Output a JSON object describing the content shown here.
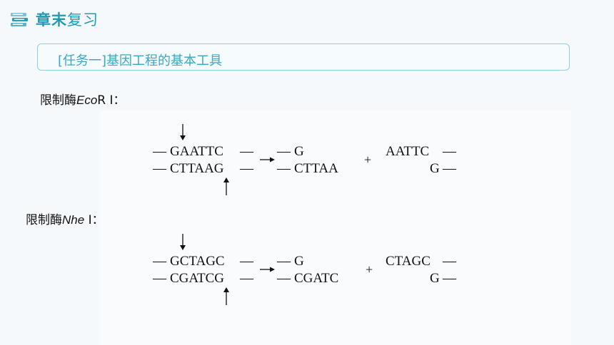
{
  "header": {
    "title_bold": "章末",
    "title_rest": "复习",
    "icon": "books-icon"
  },
  "task": {
    "label": "[任务一]基因工程的基本工具"
  },
  "enzymes": [
    {
      "prefix": "限制酶",
      "name_italic": "Eco",
      "name_rest": "R Ⅰ：",
      "top_strand": "GAATTC",
      "bottom_strand": "CTTAAG",
      "left_top": "G",
      "left_bottom": "CTTAA",
      "right_top": "AATTC",
      "right_bottom": "G"
    },
    {
      "prefix": "限制酶",
      "name_italic": "Nhe",
      "name_rest": " Ⅰ：",
      "top_strand": "GCTAGC",
      "bottom_strand": "CGATCG",
      "left_top": "G",
      "left_bottom": "CGATC",
      "right_top": "CTAGC",
      "right_bottom": "G"
    }
  ],
  "plus_sign": "+",
  "dash": "—",
  "colors": {
    "accent": "#1f9bb8",
    "task_border": "#8ed0e2",
    "background": "#f6f9fb"
  }
}
